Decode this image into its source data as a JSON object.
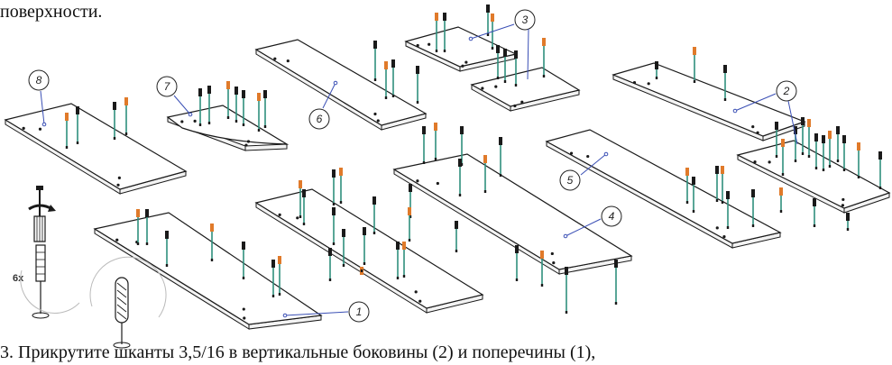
{
  "top_text": "поверхности.",
  "bottom_text": "3. Прикрутите шканты 3,5/16 в вертикальные боковины (2) и поперечины (1), ",
  "quantity_label": "6x",
  "callout_labels": [
    "1",
    "2",
    "3",
    "4",
    "5",
    "6",
    "7",
    "8"
  ],
  "colors": {
    "line": "#1a1a1a",
    "dowel": "#2f8f7d",
    "tip_orange": "#e07a2a",
    "callout": "#3a4fb5"
  },
  "icon_names": [
    "screwdriver-icon",
    "dowel-pin-icon",
    "rotate-arrow-icon",
    "magnifier-circle-icon"
  ]
}
